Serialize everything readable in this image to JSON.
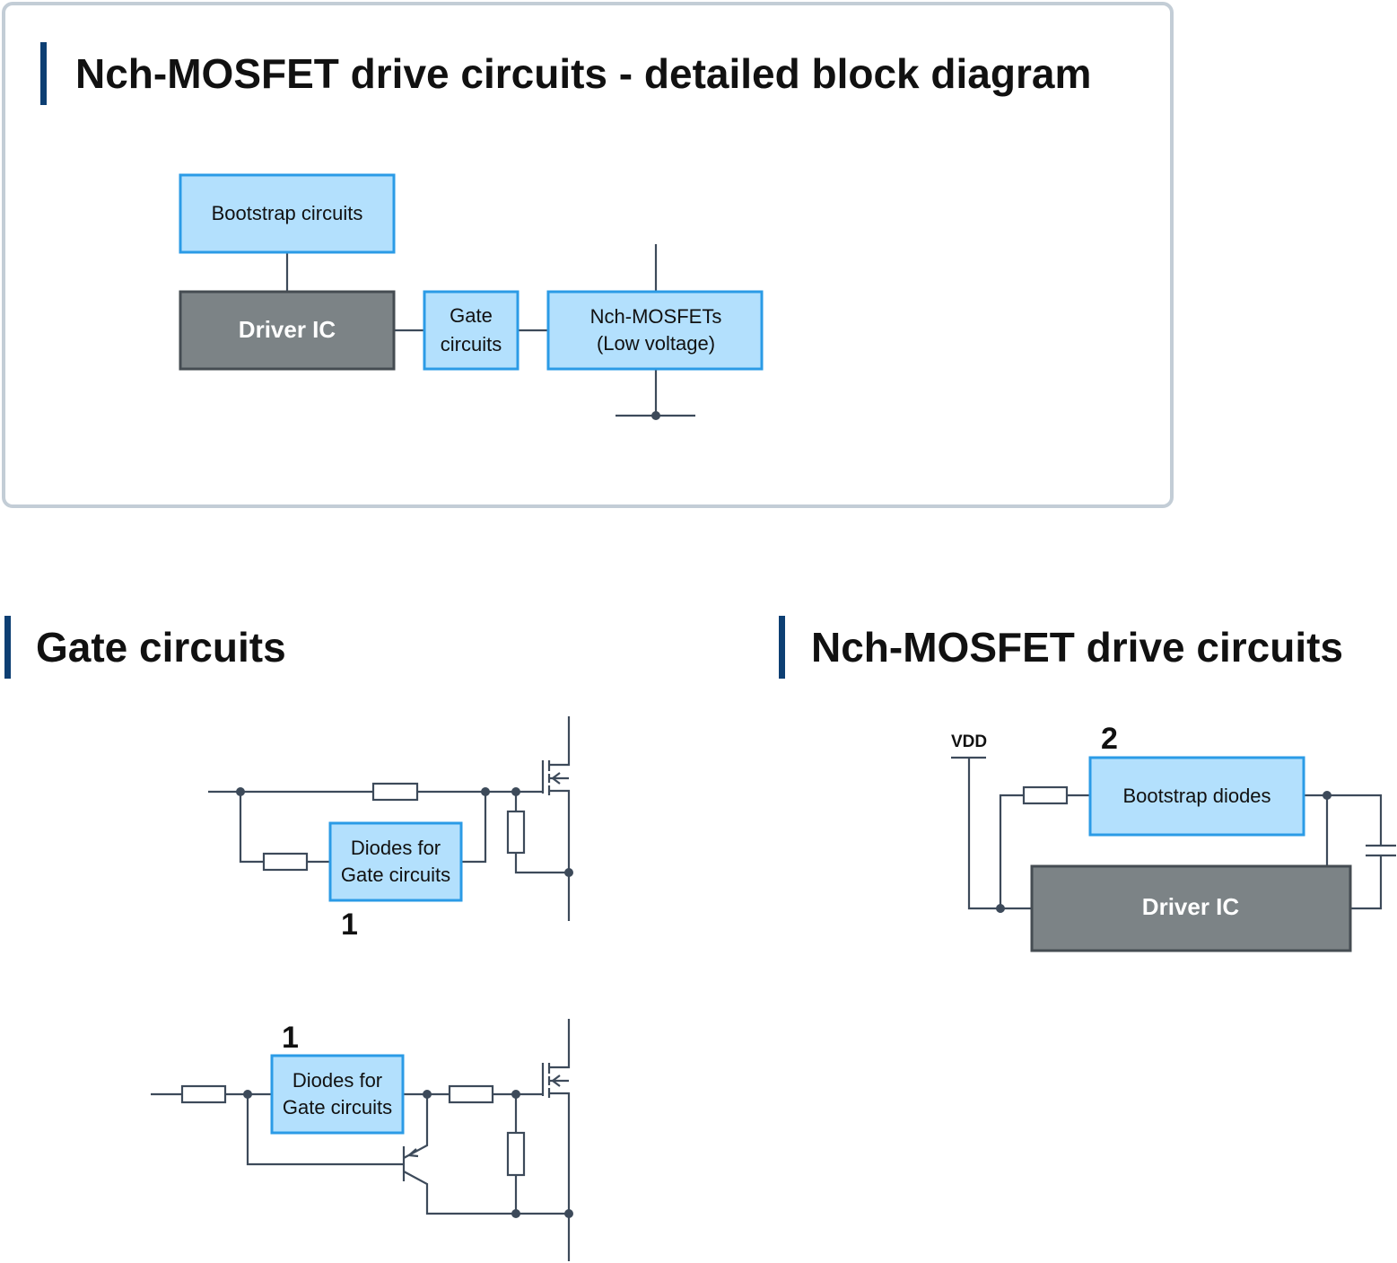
{
  "top_panel": {
    "title": "Nch-MOSFET drive circuits - detailed block diagram",
    "blocks": {
      "bootstrap": "Bootstrap circuits",
      "driver": "Driver IC",
      "gate_line1": "Gate",
      "gate_line2": "circuits",
      "mosfet_line1": "Nch-MOSFETs",
      "mosfet_line2": "(Low voltage)"
    }
  },
  "gate_section": {
    "title": "Gate circuits",
    "circuit1": {
      "label_line1": "Diodes for",
      "label_line2": "Gate circuits",
      "number": "1"
    },
    "circuit2": {
      "label_line1": "Diodes for",
      "label_line2": "Gate circuits",
      "number": "1"
    }
  },
  "drive_section": {
    "title": "Nch-MOSFET drive circuits",
    "vdd": "VDD",
    "number": "2",
    "bootstrap": "Bootstrap diodes",
    "driver": "Driver IC"
  },
  "colors": {
    "accent_bar": "#0d3f73",
    "block_fill": "#b3e0fd",
    "block_border": "#2b9be6",
    "driver_fill": "#7c8386"
  }
}
